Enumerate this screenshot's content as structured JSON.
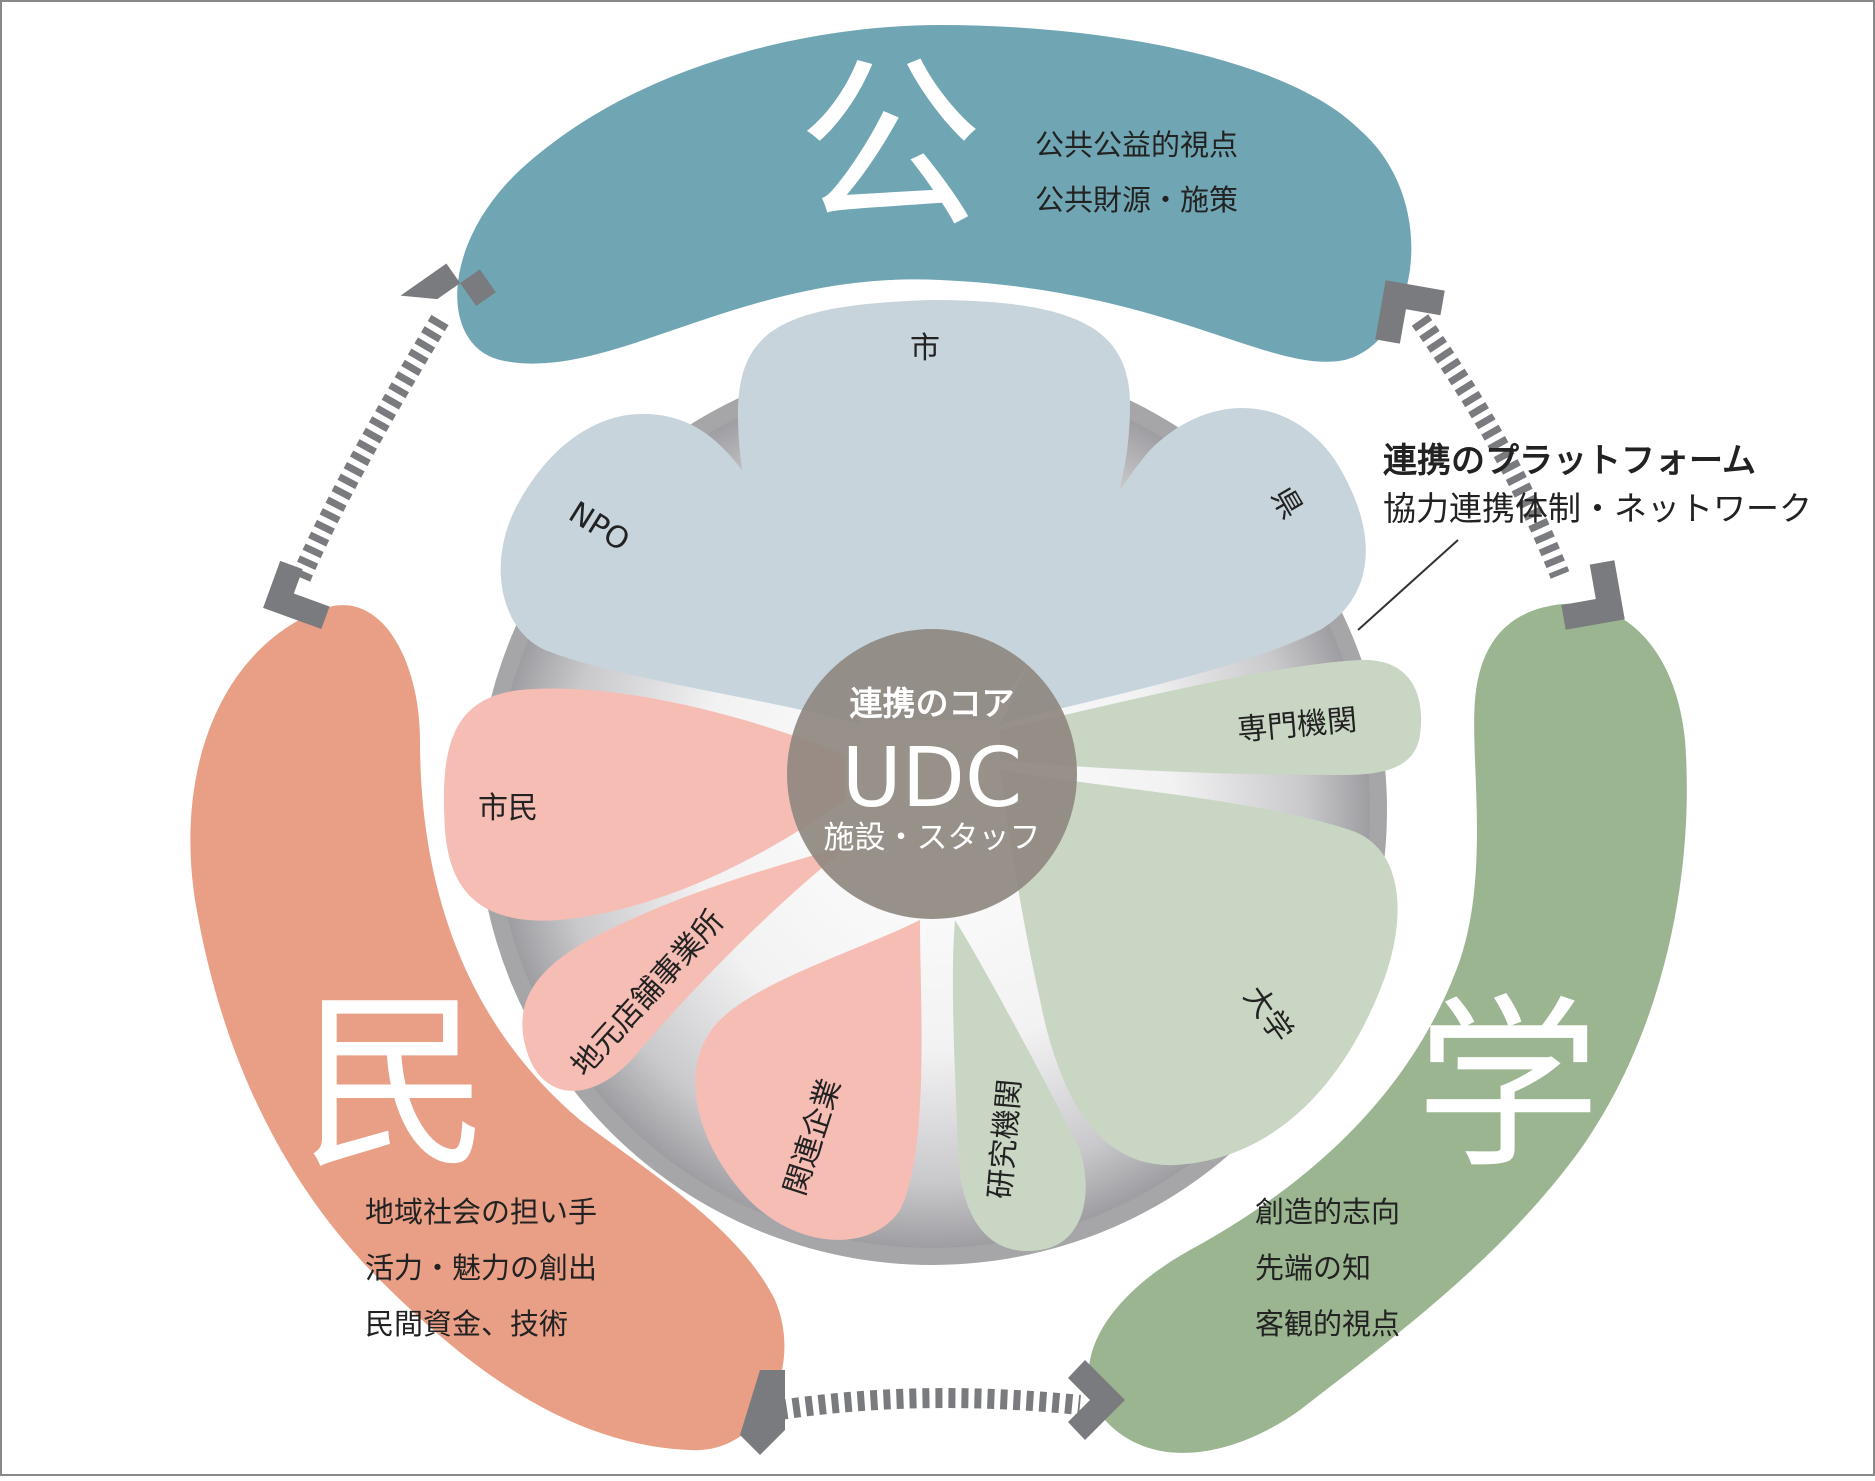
{
  "sectors": {
    "public": {
      "label": "公",
      "lines": [
        "公共公益的視点",
        "公共財源・施策"
      ],
      "color": "#70a6b3"
    },
    "citizen": {
      "label": "民",
      "lines": [
        "地域社会の担い手",
        "活力・魅力の創出",
        "民間資金、技術"
      ],
      "color": "#e99f86"
    },
    "academia": {
      "label": "学",
      "lines": [
        "創造的志向",
        "先端の知",
        "客観的視点"
      ],
      "color": "#9bb590"
    }
  },
  "platform": {
    "title": "連携のプラットフォーム",
    "subtitle": "協力連携体制・ネットワーク"
  },
  "core": {
    "title": "連携のコア",
    "name": "UDC",
    "subtitle": "施設・スタッフ"
  },
  "petals": {
    "city": "市",
    "prefecture": "県",
    "npo": "NPO",
    "specialist": "専門機関",
    "university": "大学",
    "research": "研究機関",
    "companies": "関連企業",
    "local_shops": "地元店舗事業所",
    "residents": "市民"
  },
  "colors": {
    "petal_public": "#c7d4dc",
    "petal_citizen": "#f6bdb4",
    "petal_academia": "#c9d6c4",
    "core": "#8f8880",
    "ring": "#a6a6a9",
    "arrow": "#7a7b7e"
  }
}
